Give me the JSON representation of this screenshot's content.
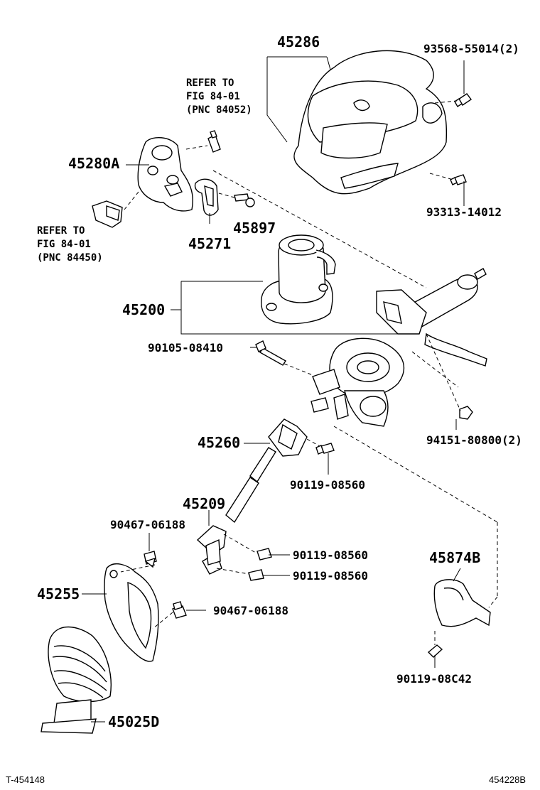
{
  "labels": {
    "p45286": "45286",
    "p93568": "93568-55014(2)",
    "ref_top_1": "REFER TO",
    "ref_top_2": "FIG 84-01",
    "ref_top_3": "(PNC 84052)",
    "p45280A": "45280A",
    "p45897": "45897",
    "p45271": "45271",
    "p93313": "93313-14012",
    "ref_left_1": "REFER TO",
    "ref_left_2": "FIG 84-01",
    "ref_left_3": "(PNC 84450)",
    "p45200": "45200",
    "p90105": "90105-08410",
    "p94151": "94151-80800(2)",
    "p45260": "45260",
    "p90119_a": "90119-08560",
    "p45209": "45209",
    "p90467_a": "90467-06188",
    "p90119_b": "90119-08560",
    "p90119_c": "90119-08560",
    "p45874B": "45874B",
    "p45255": "45255",
    "p90467_b": "90467-06188",
    "p90119_d": "90119-08C42",
    "p45025D": "45025D"
  },
  "footer": {
    "left": "T-454148",
    "right": "454228B"
  }
}
